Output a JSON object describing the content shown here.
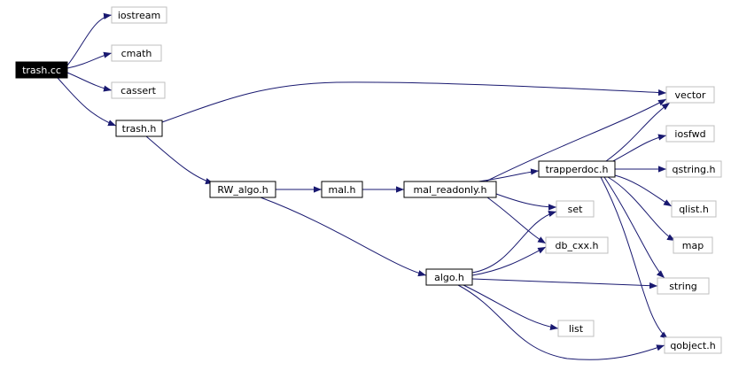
{
  "colors": {
    "edge": "#191970",
    "root_fill": "#000000",
    "root_text": "#ffffff",
    "node_border": "#000000",
    "leaf_border": "#bfbfbf",
    "node_fill": "#ffffff",
    "node_text": "#000000"
  },
  "nodes": [
    {
      "id": "trash_cc",
      "label": "trash.cc",
      "kind": "root"
    },
    {
      "id": "iostream",
      "label": "iostream",
      "kind": "leaf"
    },
    {
      "id": "cmath",
      "label": "cmath",
      "kind": "leaf"
    },
    {
      "id": "cassert",
      "label": "cassert",
      "kind": "leaf"
    },
    {
      "id": "trash_h",
      "label": "trash.h",
      "kind": "node"
    },
    {
      "id": "vector",
      "label": "vector",
      "kind": "leaf"
    },
    {
      "id": "rw_algo_h",
      "label": "RW_algo.h",
      "kind": "node"
    },
    {
      "id": "mal_h",
      "label": "mal.h",
      "kind": "node"
    },
    {
      "id": "mal_readonly_h",
      "label": "mal_readonly.h",
      "kind": "node"
    },
    {
      "id": "trapperdoc_h",
      "label": "trapperdoc.h",
      "kind": "node"
    },
    {
      "id": "iosfwd",
      "label": "iosfwd",
      "kind": "leaf"
    },
    {
      "id": "qstring_h",
      "label": "qstring.h",
      "kind": "leaf"
    },
    {
      "id": "qlist_h",
      "label": "qlist.h",
      "kind": "leaf"
    },
    {
      "id": "set",
      "label": "set",
      "kind": "leaf"
    },
    {
      "id": "db_cxx_h",
      "label": "db_cxx.h",
      "kind": "leaf"
    },
    {
      "id": "map",
      "label": "map",
      "kind": "leaf"
    },
    {
      "id": "algo_h",
      "label": "algo.h",
      "kind": "node"
    },
    {
      "id": "string",
      "label": "string",
      "kind": "leaf"
    },
    {
      "id": "list",
      "label": "list",
      "kind": "leaf"
    },
    {
      "id": "qobject_h",
      "label": "qobject.h",
      "kind": "leaf"
    }
  ],
  "edges": [
    {
      "from": "trash_cc",
      "to": "iostream"
    },
    {
      "from": "trash_cc",
      "to": "cmath"
    },
    {
      "from": "trash_cc",
      "to": "cassert"
    },
    {
      "from": "trash_cc",
      "to": "trash_h"
    },
    {
      "from": "trash_h",
      "to": "vector"
    },
    {
      "from": "trash_h",
      "to": "rw_algo_h"
    },
    {
      "from": "rw_algo_h",
      "to": "mal_h"
    },
    {
      "from": "rw_algo_h",
      "to": "algo_h"
    },
    {
      "from": "mal_h",
      "to": "mal_readonly_h"
    },
    {
      "from": "mal_readonly_h",
      "to": "vector"
    },
    {
      "from": "mal_readonly_h",
      "to": "trapperdoc_h"
    },
    {
      "from": "mal_readonly_h",
      "to": "set"
    },
    {
      "from": "mal_readonly_h",
      "to": "db_cxx_h"
    },
    {
      "from": "trapperdoc_h",
      "to": "vector"
    },
    {
      "from": "trapperdoc_h",
      "to": "iosfwd"
    },
    {
      "from": "trapperdoc_h",
      "to": "qstring_h"
    },
    {
      "from": "trapperdoc_h",
      "to": "qlist_h"
    },
    {
      "from": "trapperdoc_h",
      "to": "map"
    },
    {
      "from": "trapperdoc_h",
      "to": "string"
    },
    {
      "from": "trapperdoc_h",
      "to": "qobject_h"
    },
    {
      "from": "algo_h",
      "to": "set"
    },
    {
      "from": "algo_h",
      "to": "db_cxx_h"
    },
    {
      "from": "algo_h",
      "to": "string"
    },
    {
      "from": "algo_h",
      "to": "list"
    },
    {
      "from": "algo_h",
      "to": "qobject_h"
    }
  ]
}
